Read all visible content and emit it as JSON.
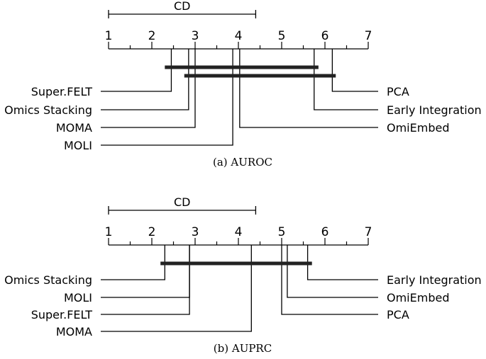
{
  "chart_data": [
    {
      "type": "critical-difference",
      "caption": "(a) AUROC",
      "cd_label": "CD",
      "cd_value": 3.4,
      "axis_ticks": [
        "1",
        "2",
        "3",
        "4",
        "5",
        "6",
        "7"
      ],
      "xlim": [
        1,
        7
      ],
      "methods_left": [
        {
          "name": "Super.FELT",
          "rank": 2.45
        },
        {
          "name": "Omics Stacking",
          "rank": 2.85
        },
        {
          "name": "MOMA",
          "rank": 3.0
        },
        {
          "name": "MOLI",
          "rank": 3.87
        }
      ],
      "methods_right": [
        {
          "name": "PCA",
          "rank": 6.17
        },
        {
          "name": "Early Integration",
          "rank": 5.75
        },
        {
          "name": "OmiEmbed",
          "rank": 4.03
        }
      ],
      "groups": [
        [
          2.3,
          5.85
        ],
        [
          2.75,
          6.25
        ]
      ]
    },
    {
      "type": "critical-difference",
      "caption": "(b) AUPRC",
      "cd_label": "CD",
      "cd_value": 3.4,
      "axis_ticks": [
        "1",
        "2",
        "3",
        "4",
        "5",
        "6",
        "7"
      ],
      "xlim": [
        1,
        7
      ],
      "methods_left": [
        {
          "name": "Omics Stacking",
          "rank": 2.3
        },
        {
          "name": "MOLI",
          "rank": 2.87
        },
        {
          "name": "Super.FELT",
          "rank": 2.87
        },
        {
          "name": "MOMA",
          "rank": 4.3
        }
      ],
      "methods_right": [
        {
          "name": "Early Integration",
          "rank": 5.6
        },
        {
          "name": "OmiEmbed",
          "rank": 5.13
        },
        {
          "name": "PCA",
          "rank": 5.0
        }
      ],
      "groups": [
        [
          2.2,
          5.7
        ]
      ]
    }
  ]
}
